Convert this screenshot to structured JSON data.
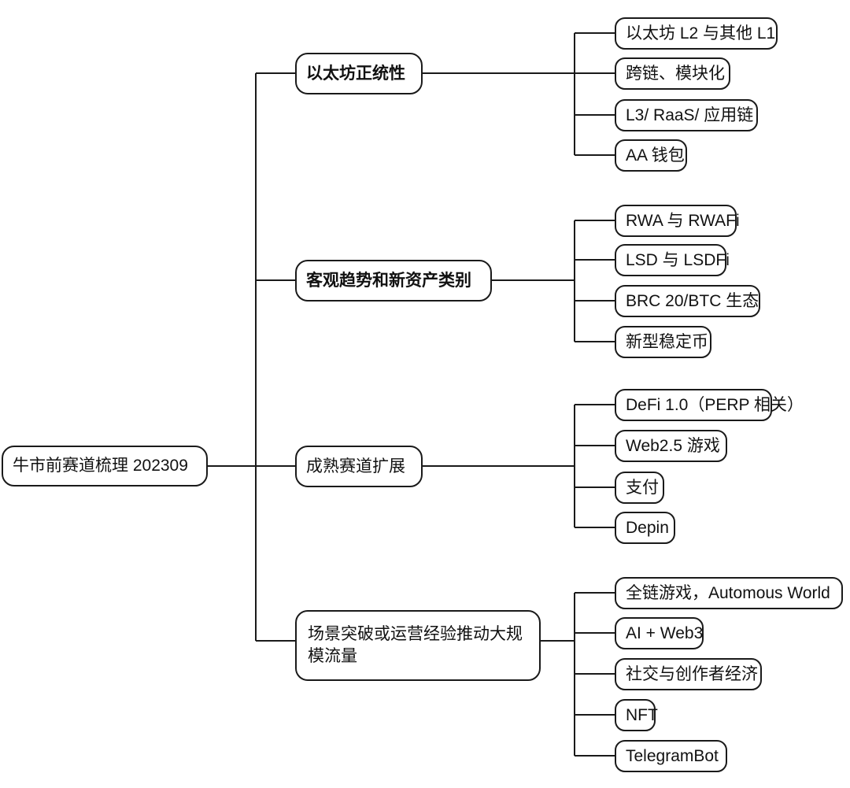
{
  "diagram": {
    "type": "mind-map",
    "title": "牛市前赛道梳理 202309",
    "background_color": "#ffffff",
    "line_color": "#1a1a1a",
    "text_color": "#111111"
  },
  "root": {
    "label": "牛市前赛道梳理 202309"
  },
  "branches": [
    {
      "label": "以太坊正统性",
      "bold": true,
      "children": [
        {
          "label": "以太坊 L2 与其他 L1"
        },
        {
          "label": "跨链、模块化"
        },
        {
          "label": "L3/ RaaS/ 应用链"
        },
        {
          "label": "AA 钱包"
        }
      ]
    },
    {
      "label": "客观趋势和新资产类别",
      "bold": true,
      "children": [
        {
          "label": "RWA 与 RWAFi"
        },
        {
          "label": "LSD 与 LSDFi"
        },
        {
          "label": "BRC 20/BTC 生态"
        },
        {
          "label": "新型稳定币"
        }
      ]
    },
    {
      "label": "成熟赛道扩展",
      "bold": false,
      "children": [
        {
          "label": "DeFi 1.0（PERP 相关）"
        },
        {
          "label": "Web2.5 游戏"
        },
        {
          "label": "支付"
        },
        {
          "label": "Depin"
        }
      ]
    },
    {
      "label": "场景突破或运营经验推动大规模流量",
      "bold": false,
      "children": [
        {
          "label": "全链游戏，Automous World"
        },
        {
          "label": "AI + Web3"
        },
        {
          "label": "社交与创作者经济"
        },
        {
          "label": "NFT"
        },
        {
          "label": "TelegramBot"
        }
      ]
    }
  ]
}
